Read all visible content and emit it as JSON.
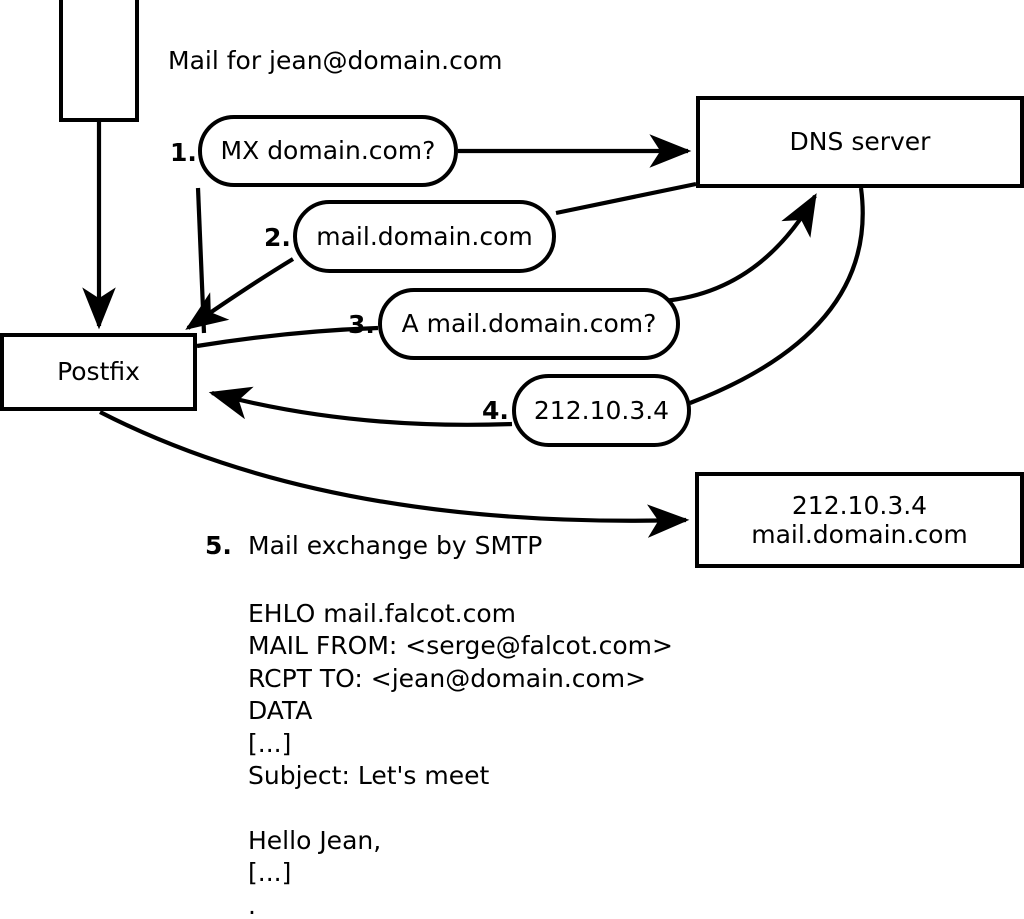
{
  "diagram": {
    "title_text": "Mail for jean@domain.com",
    "nodes": {
      "sender_box": {
        "label": ""
      },
      "postfix": {
        "label": "Postfix"
      },
      "dns_server": {
        "label": "DNS server"
      },
      "remote_mx": {
        "label": "212.10.3.4\nmail.domain.com"
      }
    },
    "messages": [
      {
        "num": "1.",
        "label": "MX domain.com?"
      },
      {
        "num": "2.",
        "label": "mail.domain.com"
      },
      {
        "num": "3.",
        "label": "A mail.domain.com?"
      },
      {
        "num": "4.",
        "label": "212.10.3.4"
      }
    ],
    "step5": {
      "num": "5.",
      "label": "Mail exchange by SMTP"
    },
    "smtp_transcript": "EHLO mail.falcot.com\nMAIL FROM: <serge@falcot.com>\nRCPT TO: <jean@domain.com>\nDATA\n[...]\nSubject: Let's meet\n\nHello Jean,\n[...]\n.",
    "colors": {
      "stroke": "#000000",
      "background": "#ffffff"
    }
  }
}
